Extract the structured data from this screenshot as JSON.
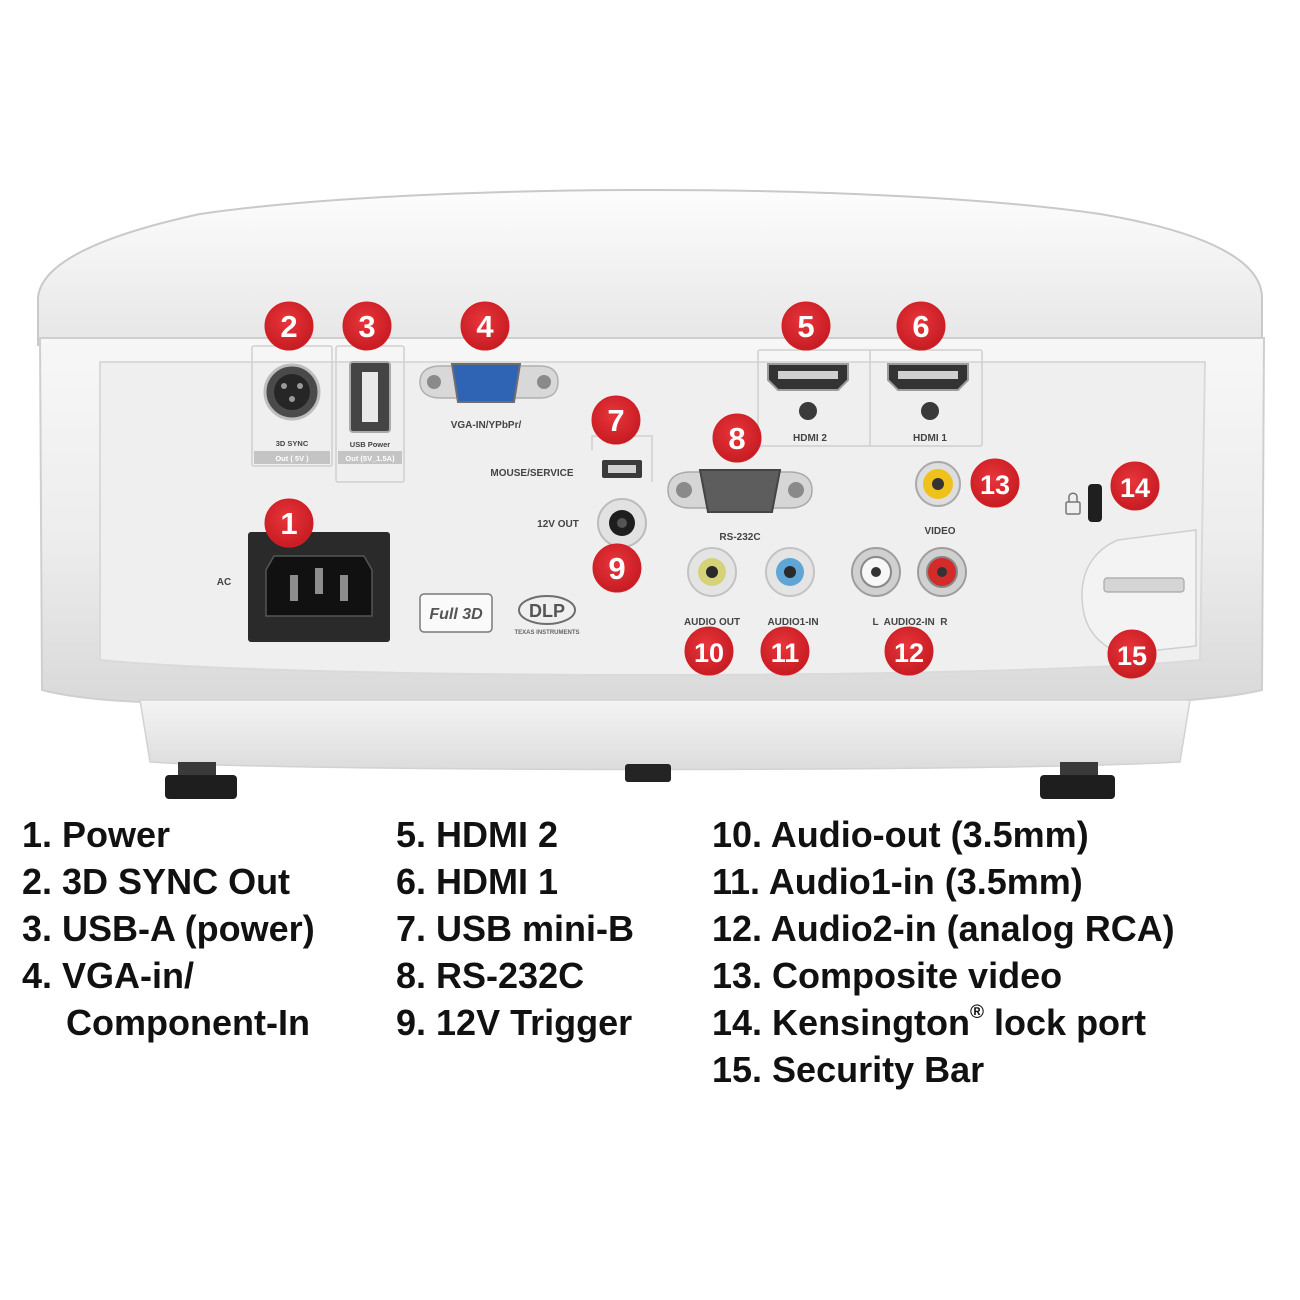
{
  "diagram": {
    "badges": [
      "1",
      "2",
      "3",
      "4",
      "5",
      "6",
      "7",
      "8",
      "9",
      "10",
      "11",
      "12",
      "13",
      "14",
      "15"
    ],
    "panel_labels": {
      "ac": "AC",
      "sync_top": "3D SYNC",
      "sync_bottom": "Out ( 5V )",
      "usb_top": "USB Power",
      "usb_bottom": "Out (5V_1.5A)",
      "vga": "VGA-IN/YPbPr/",
      "mouse": "MOUSE/SERVICE",
      "rs232": "RS-232C",
      "out12v": "12V OUT",
      "hdmi2": "HDMI 2",
      "hdmi1": "HDMI 1",
      "video": "VIDEO",
      "audio_out": "AUDIO OUT",
      "audio1": "AUDIO1-IN",
      "audio2": "L  AUDIO2-IN  R",
      "full3d": "Full 3D",
      "dlp": "DLP",
      "dlp_sub": "TEXAS INSTRUMENTS"
    },
    "badge_color": "#d42027",
    "body_color": "#ececec"
  },
  "legend": {
    "col1": [
      "1. Power",
      "2. 3D SYNC Out",
      "3. USB-A (power)",
      "4. VGA-in/",
      "Component-In"
    ],
    "col2": [
      "5. HDMI 2",
      "6. HDMI 1",
      "7. USB mini-B",
      "8. RS-232C",
      "9. 12V Trigger"
    ],
    "col3": [
      "10. Audio-out (3.5mm)",
      "11. Audio1-in (3.5mm)",
      "12. Audio2-in (analog RCA)",
      "13. Composite video",
      "14. Kensington",
      "® lock port",
      "15. Security Bar"
    ]
  }
}
